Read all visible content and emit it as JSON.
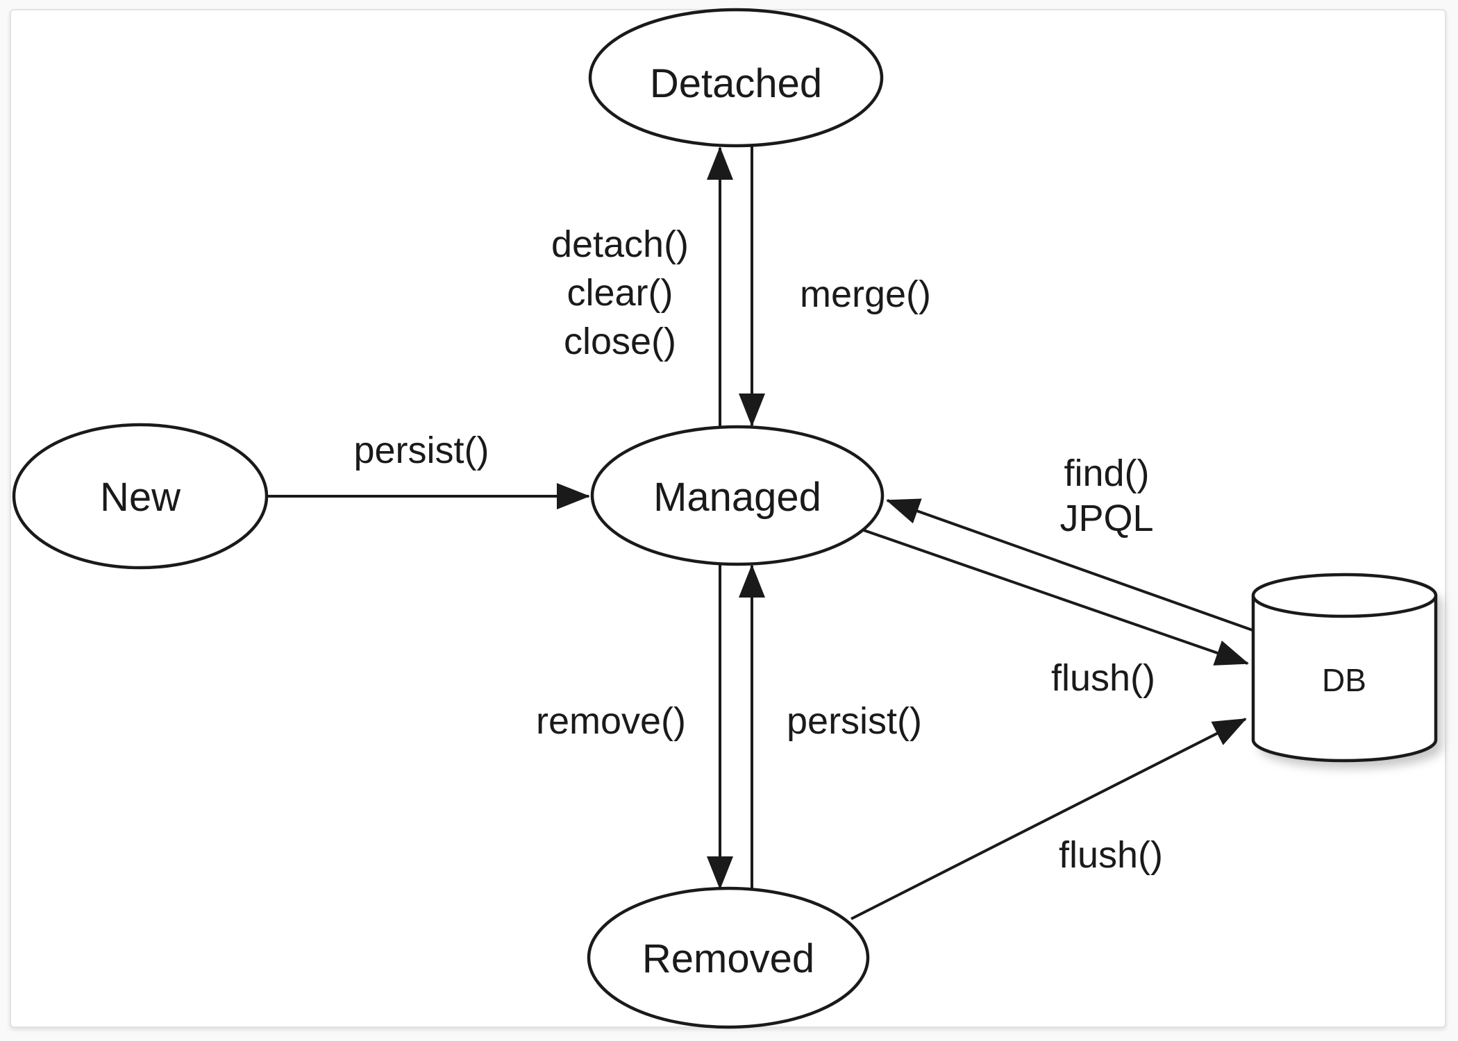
{
  "page": {
    "background": "#f9f9f9",
    "canvas_background": "#ffffff",
    "canvas_border": "#e2e2e2",
    "line_color": "#1a1a1a"
  },
  "nodes": {
    "new": {
      "label": "New",
      "shape": "ellipse"
    },
    "detached": {
      "label": "Detached",
      "shape": "ellipse"
    },
    "managed": {
      "label": "Managed",
      "shape": "ellipse"
    },
    "removed": {
      "label": "Removed",
      "shape": "ellipse"
    },
    "db": {
      "label": "DB",
      "shape": "cylinder"
    }
  },
  "labels": {
    "persist_from_new": "persist()",
    "detach_line1": "detach()",
    "detach_line2": "clear()",
    "detach_line3": "close()",
    "merge": "merge()",
    "remove": "remove()",
    "persist_from_removed": "persist()",
    "find_line1": "find()",
    "find_line2": "JPQL",
    "flush_from_managed": "flush()",
    "flush_from_removed": "flush()"
  },
  "edges": [
    {
      "from": "New",
      "to": "Managed",
      "label": "persist()"
    },
    {
      "from": "Managed",
      "to": "Detached",
      "label": "detach() / clear() / close()"
    },
    {
      "from": "Detached",
      "to": "Managed",
      "label": "merge()"
    },
    {
      "from": "Managed",
      "to": "Removed",
      "label": "remove()"
    },
    {
      "from": "Removed",
      "to": "Managed",
      "label": "persist()"
    },
    {
      "from": "DB",
      "to": "Managed",
      "label": "find() / JPQL"
    },
    {
      "from": "Managed",
      "to": "DB",
      "label": "flush()"
    },
    {
      "from": "Removed",
      "to": "DB",
      "label": "flush()"
    }
  ]
}
